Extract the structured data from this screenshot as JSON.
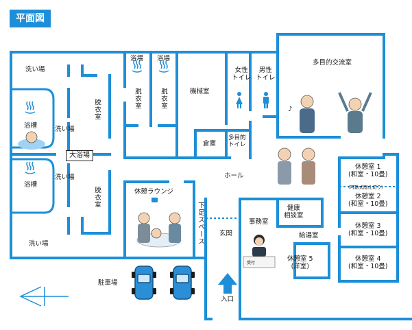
{
  "title": "平面図",
  "rooms": {
    "wash_top": "洗い場",
    "wash_mid": "洗い場",
    "wash_mid2": "洗い場",
    "wash_bottom": "洗い場",
    "tub_top": "浴槽",
    "tub_bottom": "浴槽",
    "big_bath": "大浴場",
    "dressing_left_top": "脱衣室",
    "dressing_left_bottom": "脱衣室",
    "bath_a": "浴場",
    "bath_b": "浴場",
    "dressing_a": "脱衣室",
    "dressing_b": "脱衣室",
    "machine_room": "機械室",
    "storage": "倉庫",
    "women_toilet": "女性\nトイレ",
    "men_toilet": "男性\nトイレ",
    "multi_toilet": "多目的\nトイレ",
    "multi_exchange": "多目的交流室",
    "hall": "ホール",
    "lounge": "休憩ラウンジ",
    "shoe_space": "下足スペース",
    "entrance_hall": "玄関",
    "office": "事務室",
    "health_consult": "健康\n相談室",
    "kitchenette": "給湯室",
    "rest5": "休憩室 5\n(洋室)",
    "rest1": "休憩室 1\n(和室・10畳)",
    "rest2": "休憩室 2\n(和室・10畳)",
    "rest3": "休憩室 3\n(和室・10畳)",
    "rest4": "休憩室 4\n(和室・10畳)",
    "partition_note": "(可動式間仕切り)",
    "parking": "駐車場",
    "entrance": "入口",
    "reception": "受付"
  },
  "colors": {
    "wall": "#1c8fd8",
    "badge": "#1c8fd8",
    "car": "#2a8fd6"
  },
  "icons": [
    "hot-spring-icon",
    "women-icon",
    "men-icon",
    "entrance-arrow-icon",
    "car-icon",
    "north-arrow-icon"
  ]
}
